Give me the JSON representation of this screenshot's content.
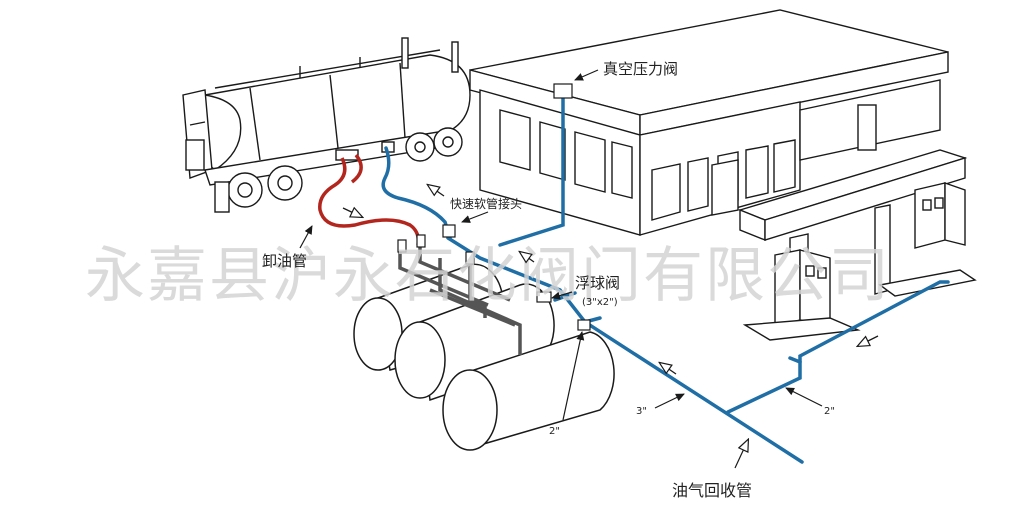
{
  "labels": {
    "vacuum_valve": "真空压力阀",
    "quick_coupler": "快速软管接头",
    "unload_pipe": "卸油管",
    "float_valve": "浮球阀",
    "float_valve_size": "(3\"x2\")",
    "dim_2in_tank": "2\"",
    "dim_3in": "3\"",
    "dim_2in_branch": "2\"",
    "vapor_return_pipe": "油气回收管"
  },
  "watermark": "永嘉县沪永石化阀门有限公司",
  "colors": {
    "vapor_pipe": "#1f6fa6",
    "unload_pipe": "#b3261e",
    "line_art": "#1a1a1a",
    "watermark": "#d4d4d4"
  }
}
